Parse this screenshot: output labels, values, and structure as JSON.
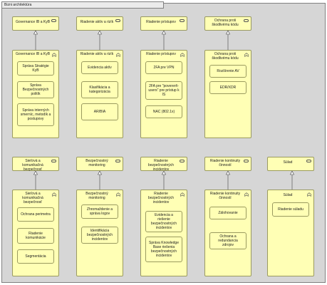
{
  "frame": {
    "title": "Bizni architektúra"
  },
  "columns_top": [
    {
      "service": "Governance IB a KyB",
      "function": "Governance IB a KyB",
      "items": [
        "Správa Stratégie KyB",
        "Správa Bezpečnostných politík",
        "Správa interných smerníc, metodík a postupovy"
      ]
    },
    {
      "service": "Riadenie aktív a rizík",
      "function": "Riadenie aktív a rizík",
      "items": [
        "Evidencia aktív",
        "Klasifikácia a kategorizácia",
        "AR/BIA"
      ]
    },
    {
      "service": "Riadenie prístupov",
      "function": "Riadenie prístupov",
      "items": [
        "2FA pre VPN",
        "2FA pre \"povererň-users\" pre prístup k IS",
        "NAC (802.1x)"
      ]
    },
    {
      "service": "Ochrana proti škodlivému kódu",
      "function": "Ochrana proti škodlivému kódu",
      "items": [
        "Rozšírenie AV",
        "EDR/XDR"
      ]
    }
  ],
  "columns_bottom": [
    {
      "service": "Sieťová a komunikačná bezpečnosť",
      "function": "Sieťová a komunikačná bezpečnosť",
      "items": [
        "Ochrana perimetra",
        "Riadenie komunikácie",
        "Segmentácia"
      ]
    },
    {
      "service": "Bezpečnostný monitoring",
      "function": "Bezpečnostný monitoring",
      "items": [
        "Zhromaždenie a správa logov",
        "Identifikácia bezpečnostných incidentov"
      ]
    },
    {
      "service": "Riadenie bezpečnostných incidentov",
      "function": "Riadenie bezpečnostných incidentov",
      "items": [
        "Evidencia a riešenie bezpečnostných incidentov",
        "Správa Knowledge Base riešenia bezpečnostných incidentov"
      ]
    },
    {
      "service": "Riadenie kontinuity činností",
      "function": "Riadenie kontinuity činností",
      "items": [
        "Zálohovanie",
        "Ochrana a redundancia zdrojov"
      ]
    },
    {
      "service": "Súlad",
      "function": "Súlad",
      "items": [
        "Riadenie súladu"
      ]
    }
  ]
}
